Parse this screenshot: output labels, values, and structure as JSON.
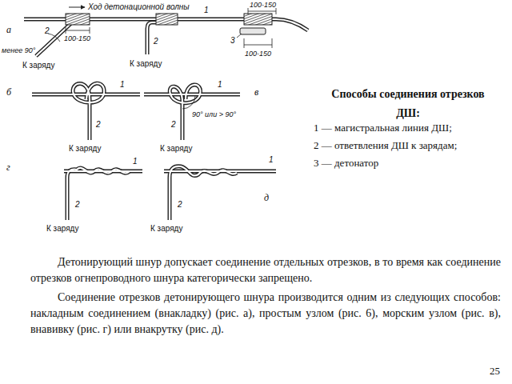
{
  "diagram": {
    "title": "Способы соединения отрезков ДШ:",
    "labels": [
      "а",
      "Ход детонационной волны",
      "1",
      "100-150",
      "менее 90°",
      "2",
      "100-150",
      "К заряду",
      "2",
      "К заряду",
      "3",
      "100-150",
      "б",
      "1",
      "2",
      "К заряду",
      "в",
      "1",
      "2",
      "90° или > 90°",
      "К заряду",
      "г",
      "1",
      "2",
      "К заряду",
      "д",
      "1",
      "2",
      "К заряду",
      "1 — магистральная линия ДШ;",
      "2 — ответвления ДШ к зарядам;",
      "3 — детонатор",
      "Детонирующий шнур допускает соединение отдельных отрезков, в то время как соединение отрезков огнепроводного шнура категорически запрещено.",
      "Соединение отрезков детонирующего шнура производится одним из следующих способов: накладным соединением (внакладку) (рис. а), простым узлом (рис. 6), морским узлом (рис. в), внавивку (рис. г) или внакрутку (рис. д).",
      "25"
    ]
  }
}
